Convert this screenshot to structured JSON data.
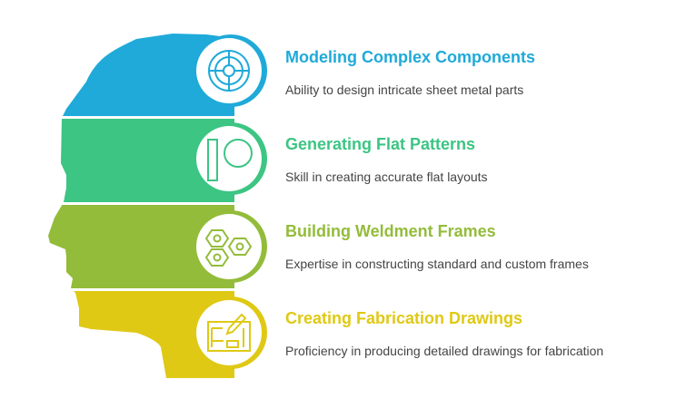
{
  "items": [
    {
      "title": "Modeling Complex Components",
      "description": "Ability to design intricate sheet metal parts",
      "color": "#1faad9",
      "icon": "component-wheel-icon"
    },
    {
      "title": "Generating Flat Patterns",
      "description": "Skill in creating accurate flat layouts",
      "color": "#3cc583",
      "icon": "flat-pattern-icon"
    },
    {
      "title": "Building Weldment Frames",
      "description": "Expertise in constructing standard and custom frames",
      "color": "#93bc3a",
      "icon": "hex-nuts-icon"
    },
    {
      "title": "Creating Fabrication Drawings",
      "description": "Proficiency in producing detailed drawings for fabrication",
      "color": "#dfc915",
      "icon": "drawing-pencil-icon"
    }
  ]
}
